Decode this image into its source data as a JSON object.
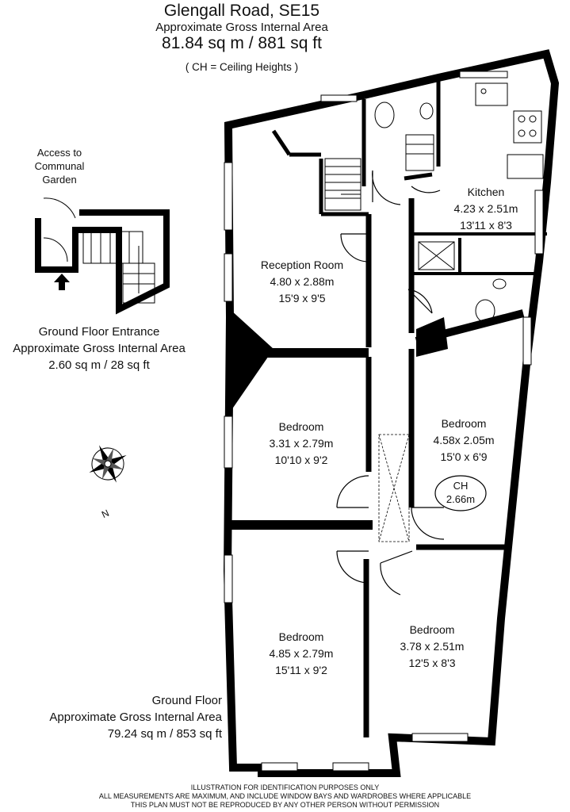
{
  "header": {
    "title": "Glengall Road, SE15",
    "subtitle": "Approximate Gross Internal Area",
    "area": "81.84 sq m  /  881 sq ft",
    "ceiling_note": "( CH = Ceiling Heights )"
  },
  "rooms": {
    "reception": {
      "name": "Reception Room",
      "metric": "4.80 x 2.88m",
      "imperial": "15'9 x 9'5"
    },
    "kitchen": {
      "name": "Kitchen",
      "metric": "4.23 x 2.51m",
      "imperial": "13'11 x 8'3"
    },
    "bedroom_mid_left": {
      "name": "Bedroom",
      "metric": "3.31 x 2.79m",
      "imperial": "10'10 x 9'2"
    },
    "bedroom_mid_right": {
      "name": "Bedroom",
      "metric": "4.58x 2.05m",
      "imperial": "15'0 x 6'9"
    },
    "bedroom_front_left": {
      "name": "Bedroom",
      "metric": "4.85 x 2.79m",
      "imperial": "15'11 x 9'2"
    },
    "bedroom_front_right": {
      "name": "Bedroom",
      "metric": "3.78 x 2.51m",
      "imperial": "12'5 x 8'3"
    }
  },
  "ceiling_height": {
    "label": "CH",
    "value": "2.66m"
  },
  "entrance": {
    "access_label": "Access to\nCommunal\nGarden",
    "title": "Ground Floor Entrance",
    "subtitle": "Approximate Gross Internal Area",
    "area": "2.60 sq m  /  28 sq ft"
  },
  "ground_floor": {
    "title": "Ground Floor",
    "subtitle": "Approximate Gross Internal Area",
    "area": "79.24 sq m  /  853 sq ft"
  },
  "compass": {
    "label": "N"
  },
  "footer": {
    "line1": "ILLUSTRATION FOR IDENTIFICATION PURPOSES ONLY",
    "line2": "ALL MEASUREMENTS ARE MAXIMUM, AND INCLUDE WINDOW BAYS AND WARDROBES WHERE APPLICABLE",
    "line3": "THIS PLAN MUST NOT BE REPRODUCED BY ANY OTHER PERSON WITHOUT PERMISSION"
  },
  "colors": {
    "wall": "#000000",
    "background": "#ffffff",
    "text": "#111111"
  }
}
